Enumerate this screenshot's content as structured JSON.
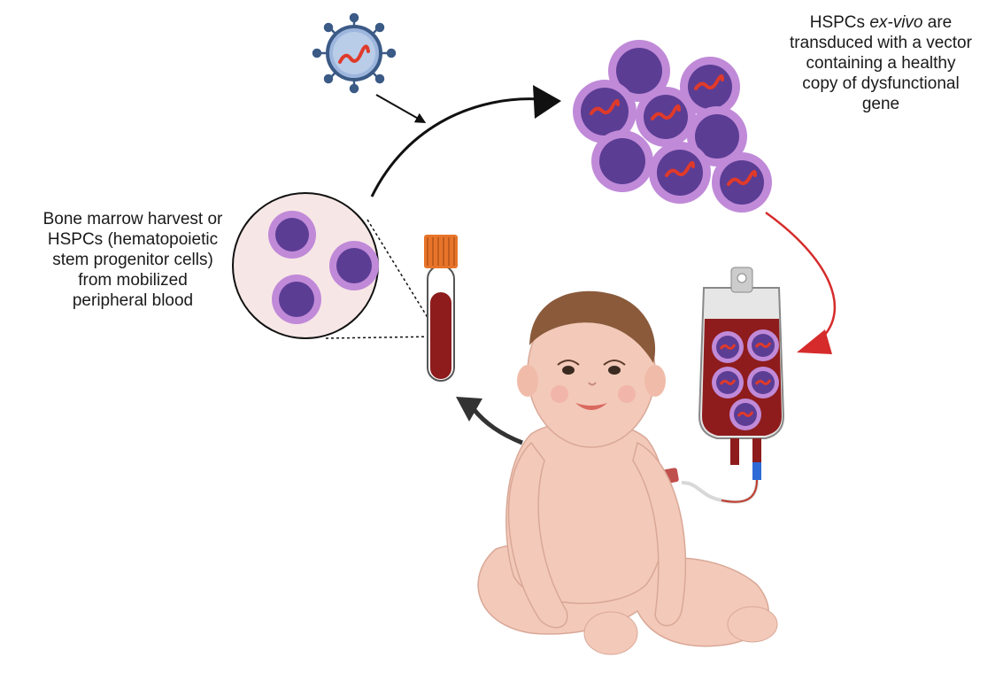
{
  "labels": {
    "harvest": {
      "lines": [
        "Bone marrow harvest or",
        "HSPCs (hematopoietic",
        "stem progenitor cells)",
        "from mobilized",
        "peripheral blood"
      ]
    },
    "transduction": {
      "line1_prefix": "HSPCs ",
      "line1_italic": "ex-vivo",
      "line1_suffix": " are",
      "line2": "transduced with a vector",
      "line3": "containing a healthy",
      "line4": "copy of dysfunctional",
      "line5": "gene"
    }
  },
  "colors": {
    "cell_membrane": "#c08ad8",
    "cell_nucleus": "#5b3d94",
    "gene": "#e03a2a",
    "blood": "#8e1c1c",
    "skin": "#f3c9b9",
    "black_arrow": "#111111",
    "red_arrow": "#d62b2b",
    "tube_cap": "#e8742a",
    "zoom_circle_fill": "#f7e6e6"
  }
}
